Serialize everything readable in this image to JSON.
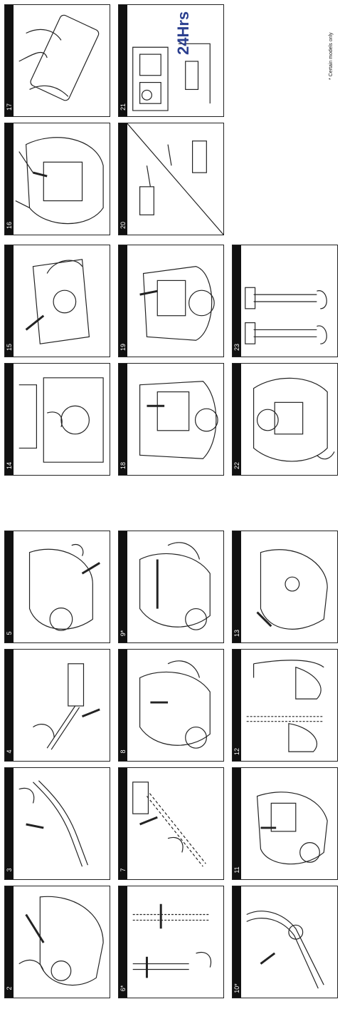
{
  "top_section": {
    "panels": [
      {
        "number": "17"
      },
      {
        "number": "16"
      },
      {
        "number": "15"
      },
      {
        "number": "14"
      },
      {
        "number": "21",
        "overlay_text": "24Hrs"
      },
      {
        "number": "20"
      },
      {
        "number": "19"
      },
      {
        "number": "18"
      },
      {
        "number": "23"
      },
      {
        "number": "22"
      }
    ],
    "footnote": "* Certain models only"
  },
  "bottom_section": {
    "panels": [
      {
        "number": "5"
      },
      {
        "number": "4"
      },
      {
        "number": "3"
      },
      {
        "number": "2"
      },
      {
        "number": "9*"
      },
      {
        "number": "8"
      },
      {
        "number": "7"
      },
      {
        "number": "6*"
      },
      {
        "number": "13"
      },
      {
        "number": "12"
      },
      {
        "number": "11"
      },
      {
        "number": "10*"
      }
    ]
  },
  "icons": [
    "hand-illustration-icon",
    "vacuum-cleaner-icon",
    "arrow-icon",
    "filter-icon",
    "hose-icon",
    "nozzle-icon"
  ]
}
